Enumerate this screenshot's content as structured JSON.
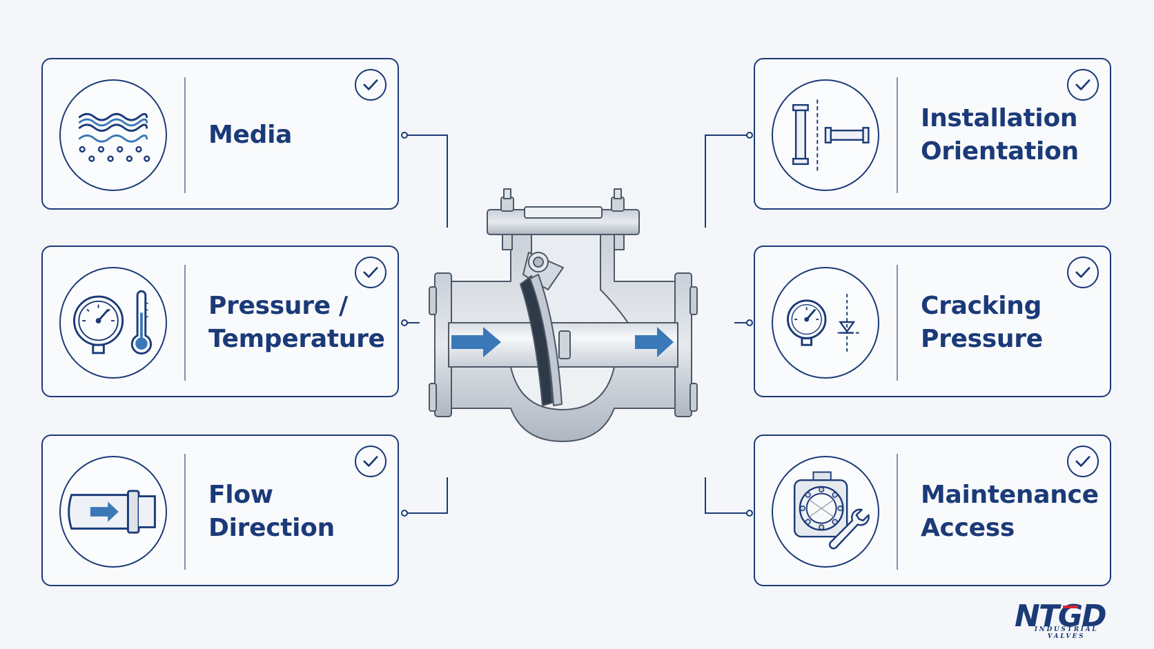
{
  "cards": [
    {
      "id": "media",
      "label_lines": [
        "Media"
      ],
      "icon": "waves-particles-icon",
      "checked": true
    },
    {
      "id": "pressure-temperature",
      "label_lines": [
        "Pressure /",
        "Temperature"
      ],
      "icon": "gauge-thermometer-icon",
      "checked": true
    },
    {
      "id": "flow-direction",
      "label_lines": [
        "Flow Direction"
      ],
      "icon": "pipe-flow-arrow-icon",
      "checked": true
    },
    {
      "id": "installation-orientation",
      "label_lines": [
        "Installation",
        "Orientation"
      ],
      "icon": "vertical-horizontal-pipe-icon",
      "checked": true
    },
    {
      "id": "cracking-pressure",
      "label_lines": [
        "Cracking",
        "Pressure"
      ],
      "icon": "gauge-valve-symbol-icon",
      "checked": true
    },
    {
      "id": "maintenance-access",
      "label_lines": [
        "Maintenance",
        "Access"
      ],
      "icon": "valve-wrench-icon",
      "checked": true
    }
  ],
  "center": {
    "icon": "swing-check-valve-cutaway-icon",
    "flow_arrows": [
      "flow-arrow-icon",
      "flow-arrow-icon"
    ]
  },
  "logo": {
    "mark": "NTGD",
    "subtitle": "INDUSTRIAL VALVES"
  },
  "colors": {
    "navy": "#1b3a78",
    "accent_blue": "#3a78b8",
    "steel": "#b9c0c9",
    "steel_dark": "#6b7686",
    "logo_red": "#d8262b"
  }
}
